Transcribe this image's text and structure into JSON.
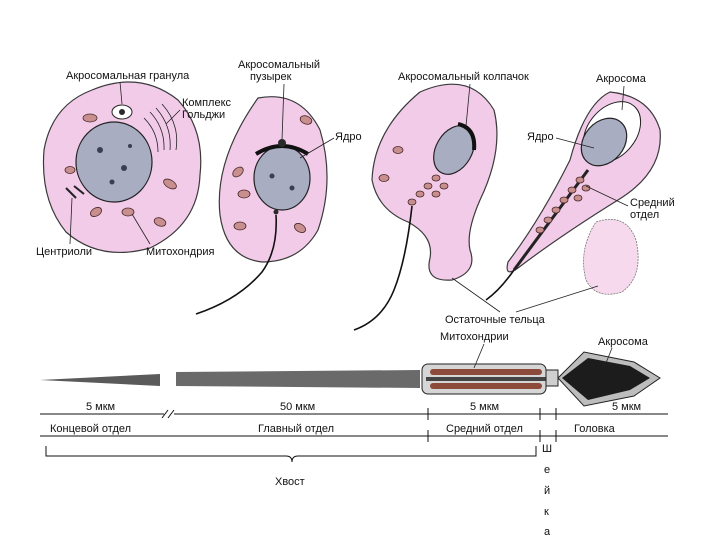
{
  "labels": {
    "acrosomal_granule": "Акросомальная гранула",
    "acrosomal_vesicle_1": "Акросомальный",
    "acrosomal_vesicle_2": "пузырек",
    "golgi_1": "Комплекс",
    "golgi_2": "Гольджи",
    "nucleus_a": "Ядро",
    "acrosomal_cap": "Акросомальный колпачок",
    "acrosome_top": "Акросома",
    "nucleus_b": "Ядро",
    "middle_piece_1": "Средний",
    "middle_piece_2": "отдел",
    "centrioles": "Центриоли",
    "mitochondrion": "Митохондрия",
    "residual_bodies": "Остаточные тельца",
    "mitochondria": "Митохондрии",
    "acrosome_bottom": "Акросома"
  },
  "scale": {
    "seg1": "5 мкм",
    "seg2": "50 мкм",
    "seg3": "5 мкм",
    "seg4": "5 мкм",
    "part1": "Концевой отдел",
    "part2": "Главный отдел",
    "part3": "Средний отдел",
    "part4": "Головка"
  },
  "annotations": {
    "tail": "Хвост",
    "neck_letters": [
      "Ш",
      "е",
      "й",
      "к",
      "а"
    ]
  }
}
